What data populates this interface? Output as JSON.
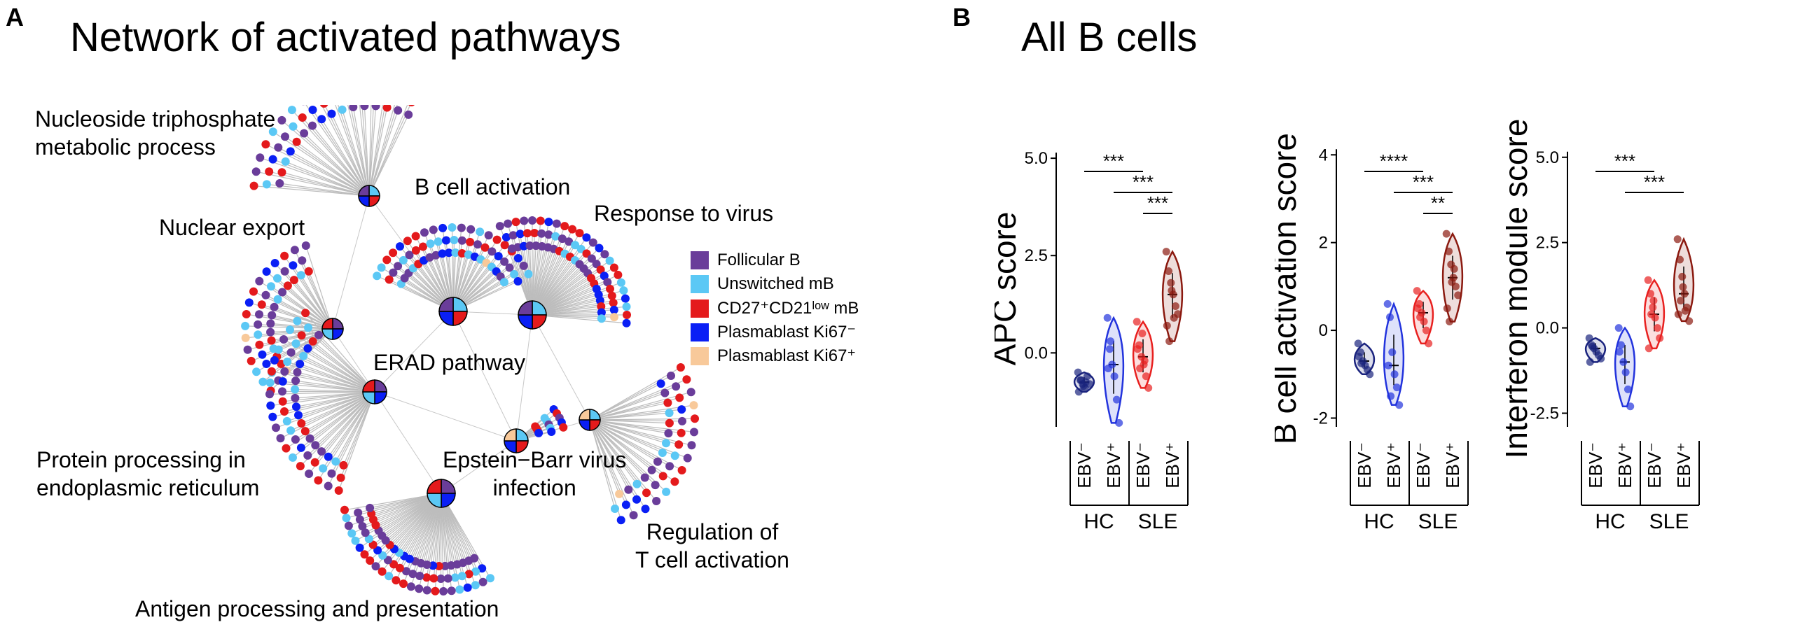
{
  "panel_a": {
    "letter": "A",
    "title": "Network of activated pathways",
    "pathways": [
      {
        "id": "nucleoside",
        "label": "Nucleoside triphosphate\nmetabolic process"
      },
      {
        "id": "bcell",
        "label": "B cell activation"
      },
      {
        "id": "virus",
        "label": "Response to virus"
      },
      {
        "id": "nuclear",
        "label": "Nuclear export"
      },
      {
        "id": "erad",
        "label": "ERAD pathway"
      },
      {
        "id": "protein",
        "label": "Protein processing in\nendoplasmic reticulum"
      },
      {
        "id": "ebv",
        "label": "Epstein−Barr virus\ninfection"
      },
      {
        "id": "treg",
        "label": "Regulation of\nT cell activation"
      },
      {
        "id": "antigen",
        "label": "Antigen processing and presentation"
      }
    ],
    "legend": [
      {
        "label": "Follicular B",
        "color": "#6a3d9a"
      },
      {
        "label": "Unswitched mB",
        "color": "#5bc8f5"
      },
      {
        "label": "CD27⁺CD21ˡᵒʷ mB",
        "color": "#e41a1c"
      },
      {
        "label": "Plasmablast Ki67⁻",
        "color": "#0a1ff5"
      },
      {
        "label": "Plasmablast Ki67⁺",
        "color": "#f8c99a"
      }
    ]
  },
  "panel_b": {
    "letter": "B",
    "title": "All B cells",
    "group_labels": [
      "EBV⁻",
      "EBV⁺",
      "EBV⁻",
      "EBV⁺"
    ],
    "cohorts": [
      "HC",
      "SLE"
    ],
    "group_colors": [
      "#1a237e",
      "#2233dd",
      "#e8201f",
      "#8b1a10"
    ]
  },
  "chart_data": [
    {
      "type": "violin",
      "ylabel": "APC score",
      "ylim": [
        -1.9,
        5.2
      ],
      "yticks": [
        "5.0",
        "2.5",
        "0.0"
      ],
      "ytick_values": [
        5.0,
        2.5,
        0.0
      ],
      "categories": [
        "HC EBV⁻",
        "HC EBV⁺",
        "SLE EBV⁻",
        "SLE EBV⁺"
      ],
      "points": [
        [
          -0.5,
          -0.7,
          -0.8,
          -0.9,
          -0.6,
          -0.8,
          -1.0,
          -0.7,
          -0.85,
          -0.75
        ],
        [
          0.9,
          0.1,
          -0.3,
          -0.6,
          -1.2,
          -1.8,
          -0.4,
          0.3
        ],
        [
          0.8,
          0.2,
          -0.1,
          -0.3,
          -0.6,
          -0.9,
          0.1,
          -0.4,
          0.5,
          -0.2
        ],
        [
          2.6,
          2.1,
          1.8,
          1.5,
          1.2,
          1.0,
          0.7,
          0.3,
          1.6,
          0.9
        ]
      ],
      "significance": [
        {
          "from": 0,
          "to": 2,
          "label": "***"
        },
        {
          "from": 1,
          "to": 3,
          "label": "***"
        },
        {
          "from": 2,
          "to": 3,
          "label": "***"
        }
      ]
    },
    {
      "type": "violin",
      "ylabel": "B cell activation score",
      "ylim": [
        -2.2,
        4.1
      ],
      "yticks": [
        "4",
        "2",
        "0",
        "-2"
      ],
      "ytick_values": [
        4,
        2,
        0,
        -2
      ],
      "categories": [
        "HC EBV⁻",
        "HC EBV⁺",
        "SLE EBV⁻",
        "SLE EBV⁺"
      ],
      "points": [
        [
          -0.3,
          -0.5,
          -0.7,
          -0.8,
          -0.9,
          -1.0,
          -0.6,
          -0.75
        ],
        [
          0.6,
          0.3,
          -0.5,
          -1.0,
          -1.3,
          -1.7,
          -0.8,
          -1.5
        ],
        [
          0.9,
          0.6,
          0.4,
          0.2,
          0.0,
          -0.3,
          0.5,
          0.3
        ],
        [
          2.2,
          1.8,
          1.5,
          1.2,
          1.0,
          0.8,
          0.5,
          0.2,
          1.1,
          1.4
        ]
      ],
      "significance": [
        {
          "from": 0,
          "to": 2,
          "label": "****"
        },
        {
          "from": 1,
          "to": 3,
          "label": "***"
        },
        {
          "from": 2,
          "to": 3,
          "label": "**"
        }
      ]
    },
    {
      "type": "violin",
      "ylabel": "Interferon module score",
      "ylim": [
        -2.9,
        5.2
      ],
      "yticks": [
        "5.0",
        "2.5",
        "0.0",
        "-2.5"
      ],
      "ytick_values": [
        5.0,
        2.5,
        0.0,
        -2.5
      ],
      "categories": [
        "HC EBV⁻",
        "HC EBV⁺",
        "SLE EBV⁻",
        "SLE EBV⁺"
      ],
      "points": [
        [
          -0.3,
          -0.5,
          -0.6,
          -0.7,
          -0.8,
          -0.9,
          -1.0,
          -0.55
        ],
        [
          0.0,
          -0.5,
          -1.0,
          -1.3,
          -1.8,
          -2.3,
          -0.7
        ],
        [
          1.4,
          1.0,
          0.6,
          0.3,
          0.0,
          -0.3,
          -0.6,
          0.4,
          0.8
        ],
        [
          2.6,
          2.0,
          1.5,
          1.0,
          0.6,
          0.2,
          0.4,
          0.8,
          1.2,
          0.5
        ]
      ],
      "significance": [
        {
          "from": 0,
          "to": 2,
          "label": "***"
        },
        {
          "from": 1,
          "to": 3,
          "label": "***"
        }
      ]
    }
  ]
}
